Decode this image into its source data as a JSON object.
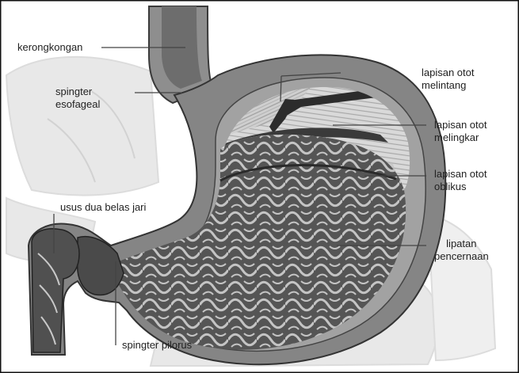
{
  "labels": {
    "esophagus": "kerongkongan",
    "sphincter_esophageal_line1": "spingter",
    "sphincter_esophageal_line2": "esofageal",
    "duodenum": "usus dua belas jari",
    "sphincter_pylorus": "spingter pilorus",
    "transverse_muscle_line1": "lapisan otot",
    "transverse_muscle_line2": "melintang",
    "circular_muscle_line1": "lapisan otot",
    "circular_muscle_line2": "melingkar",
    "oblique_muscle_line1": "lapisan otot",
    "oblique_muscle_line2": "oblikus",
    "rugae_line1": "lipatan",
    "rugae_line2": "pencernaan"
  },
  "colors": {
    "frame": "#111111",
    "background_organs": "#e6e6e6",
    "stomach_outer": "#7a7a7a",
    "stomach_wall": "#9a9a9a",
    "interior": "#5a5a5a",
    "folds": "#bdbdbd",
    "muscle_light": "#d7d7d7",
    "muscle_dark": "#2a2a2a",
    "leader": "#444444"
  }
}
